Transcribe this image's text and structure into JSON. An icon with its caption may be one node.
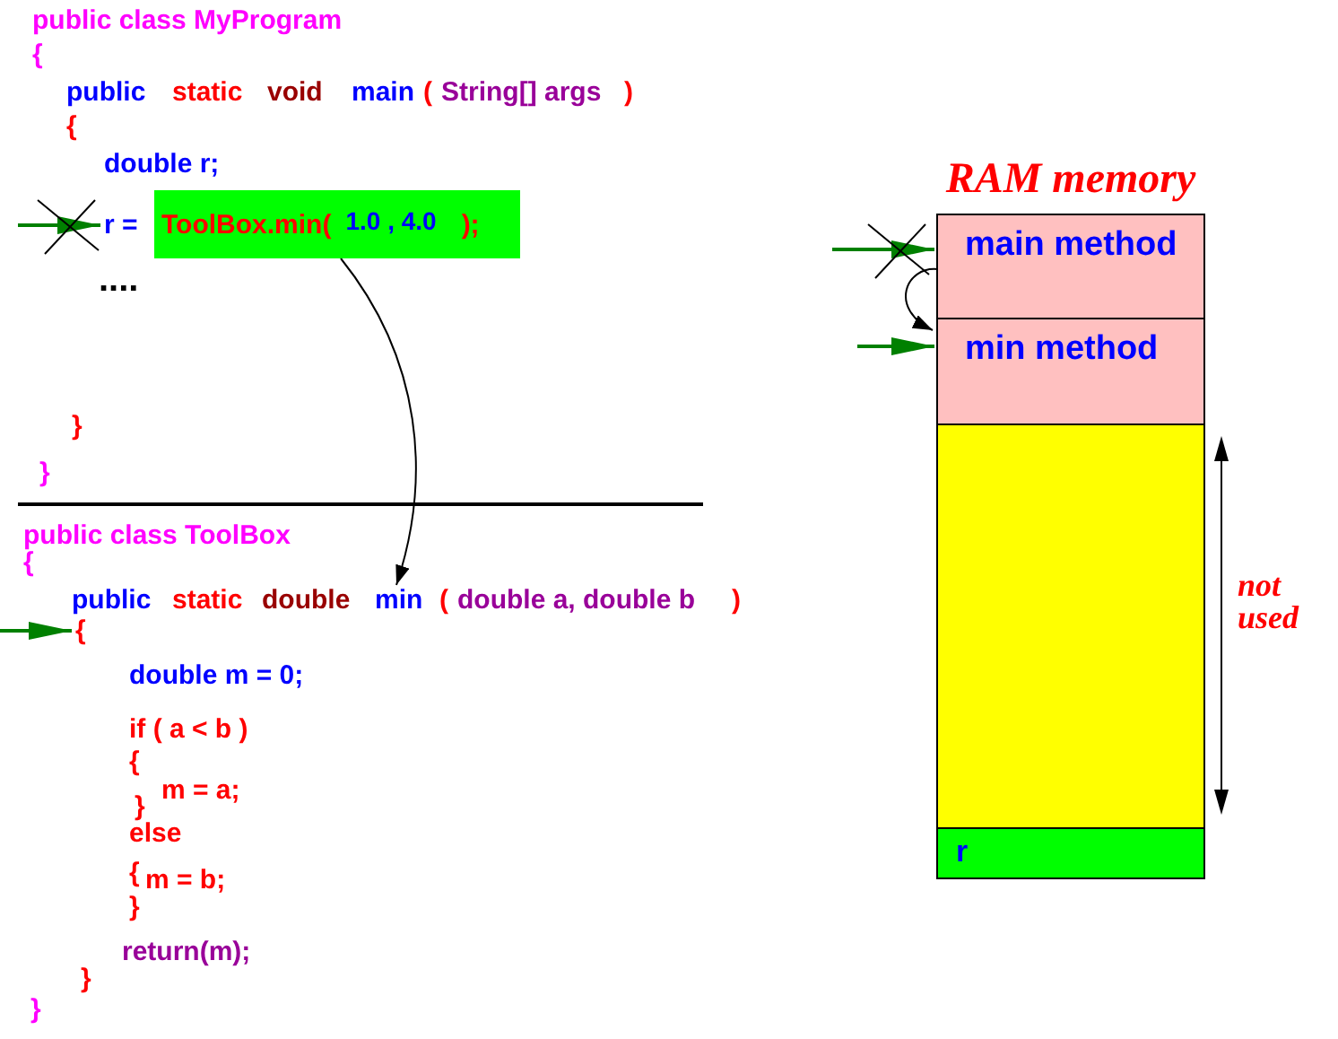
{
  "diagram": {
    "nodes": [
      {
        "text": [
          "r ="
        ]
      },
      {
        "text": [
          "ToolBox.min(",
          "1.0 , 4.0",
          ");"
        ]
      },
      {
        "text": [
          "min"
        ]
      },
      {
        "text": [
          "{"
        ]
      },
      {
        "text": [
          "RAM memory"
        ]
      },
      {
        "text": [
          "main method"
        ],
        "in": 4
      },
      {
        "text": [
          "min method"
        ],
        "in": 4
      },
      {
        "text": [],
        "shape": "box",
        "in": 4,
        "beside": [
          "not used"
        ]
      },
      {
        "text": [
          "r"
        ],
        "in": 4
      }
    ],
    "edges": [
      {
        "from": 1,
        "to": 2,
        "arrow": "to",
        "color": "#000000"
      },
      {
        "from": null,
        "to": 0,
        "arrow": "to",
        "color": "#008000"
      },
      {
        "from": null,
        "to": 3,
        "arrow": "to",
        "color": "#008000"
      },
      {
        "from": null,
        "to": 5,
        "arrow": "to",
        "color": "#008000"
      },
      {
        "from": null,
        "to": 6,
        "arrow": "to",
        "color": "#008000"
      },
      {
        "from": 5,
        "to": 6,
        "arrow": "to",
        "color": "#000000"
      }
    ],
    "labels": [
      "public class MyProgram",
      "{",
      "public",
      "static",
      "void",
      "main",
      "(",
      "String[] args",
      ")",
      "{",
      "double r;",
      "....",
      "}",
      "}",
      "public class ToolBox",
      "{",
      "public",
      "static",
      "double",
      "(",
      "double a, double b",
      ")",
      "double m = 0;",
      "if ( a < b )",
      "{",
      "m = a;",
      "}",
      "else",
      "{",
      "m = b;",
      "}",
      "return(m);",
      "}",
      "}"
    ]
  }
}
